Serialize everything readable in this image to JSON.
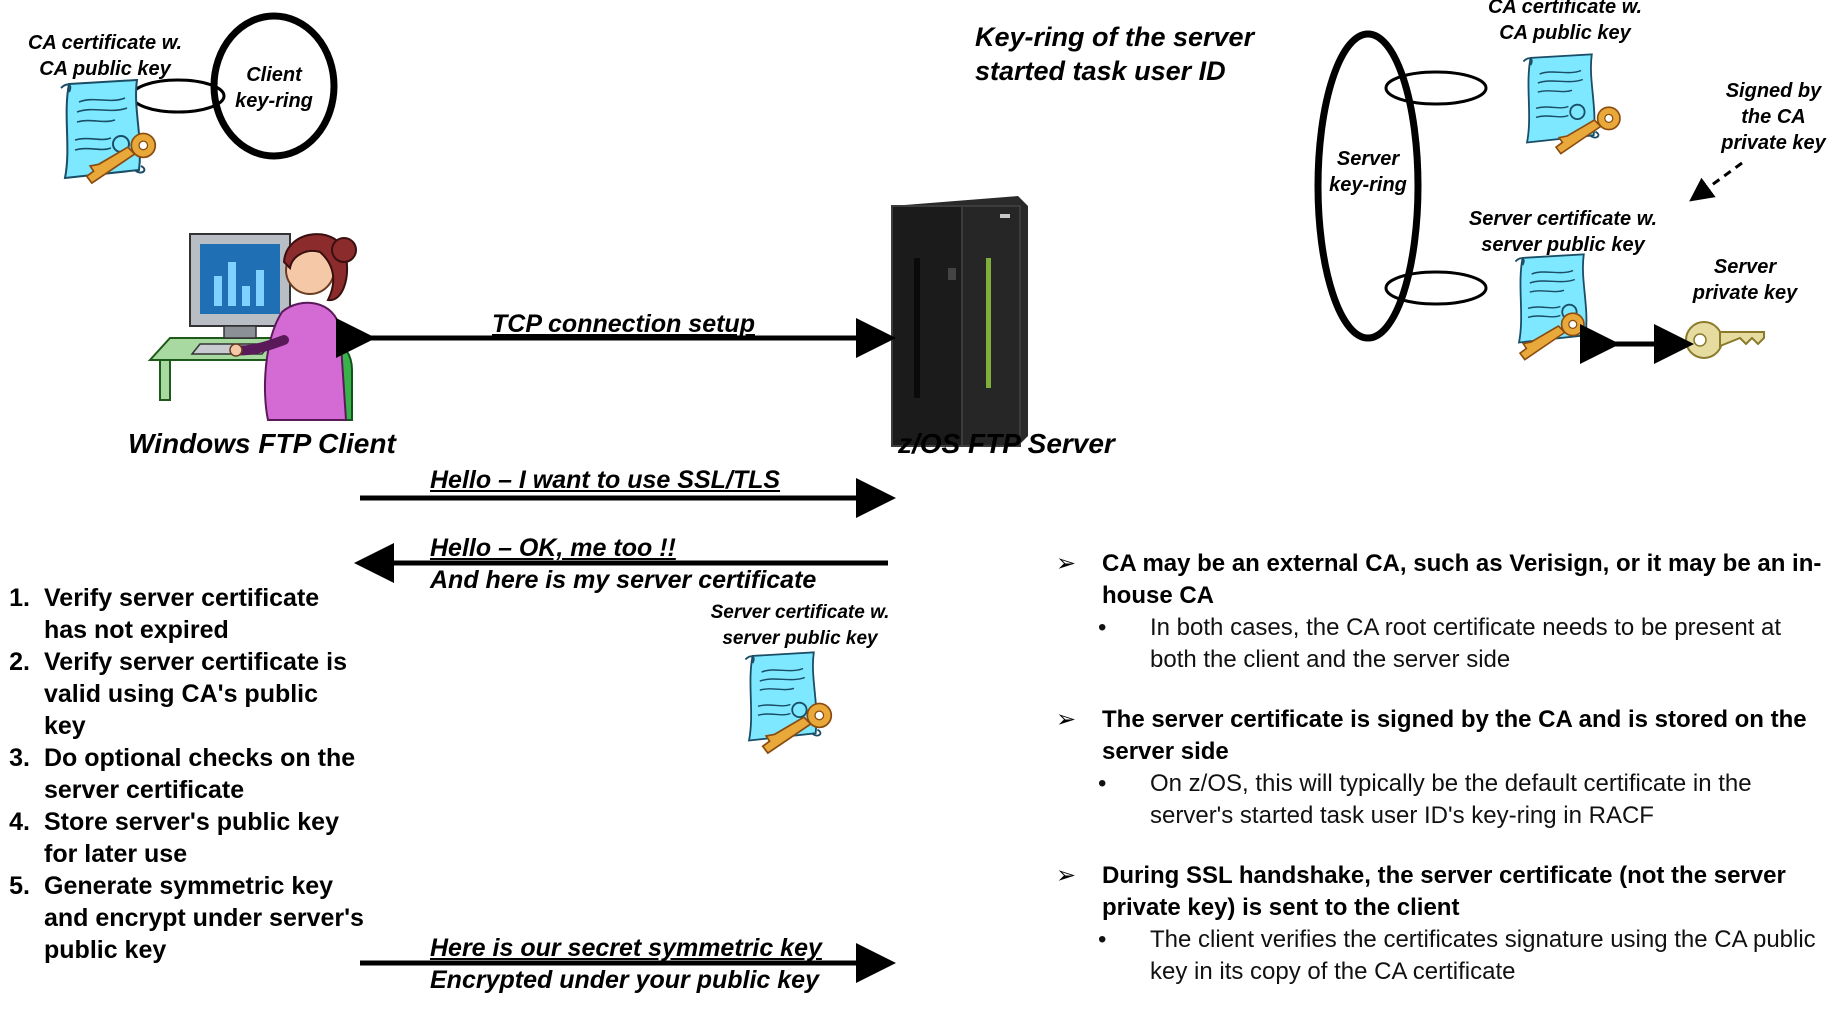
{
  "client_side": {
    "ca_cert_label": [
      "CA certificate w.",
      "CA public key"
    ],
    "keyring_label": [
      "Client",
      "key-ring"
    ],
    "client_label": "Windows FTP Client"
  },
  "server_side": {
    "keyring_title": [
      "Key-ring of the server",
      "started task user ID"
    ],
    "ca_cert_label": [
      "CA certificate w.",
      "CA public key"
    ],
    "signed_label": [
      "Signed by",
      "the CA",
      "private key"
    ],
    "keyring_label": [
      "Server",
      "key-ring"
    ],
    "server_cert_label": [
      "Server certificate w.",
      "server public key"
    ],
    "private_key_label": [
      "Server",
      "private key"
    ],
    "server_label": "z/OS FTP Server"
  },
  "messages": {
    "tcp": "TCP connection setup",
    "hello_client": "Hello – I want to use SSL/TLS",
    "hello_server_1": "Hello – OK, me too !!",
    "hello_server_2": "And here is my server certificate",
    "sent_cert_label": [
      "Server certificate w.",
      "server public key"
    ],
    "secret_1": "Here is our secret symmetric key",
    "secret_2": "Encrypted under your public key"
  },
  "client_steps": [
    {
      "num": "1.",
      "text": "Verify server certificate has not expired"
    },
    {
      "num": "2.",
      "text": "Verify server certificate is valid using CA's public key"
    },
    {
      "num": "3.",
      "text": "Do optional checks on the server certificate"
    },
    {
      "num": "4.",
      "text": "Store server's public key for later use"
    },
    {
      "num": "5.",
      "text": "Generate symmetric key and encrypt under server's public key"
    }
  ],
  "notes": [
    {
      "marker": "➢",
      "text": "CA may be an external CA, such as Verisign, or it may be an in-house CA",
      "sub": [
        {
          "marker": "•",
          "text": "In both cases, the CA root certificate needs to be present at both the client and the server side"
        }
      ]
    },
    {
      "marker": "➢",
      "text": "The server certificate is signed by the CA and is stored on the server side",
      "sub": [
        {
          "marker": "•",
          "text": "On z/OS, this will typically be the default certificate in the server's started task user ID's key-ring in RACF"
        }
      ]
    },
    {
      "marker": "➢",
      "text": "During SSL handshake, the server certificate (not the server private key) is sent to the client",
      "sub": [
        {
          "marker": "•",
          "text": "The client verifies the certificates signature using the CA public key in its copy of the CA certificate"
        }
      ]
    }
  ],
  "icons": {
    "certificate": "certificate-icon",
    "key": "key-icon",
    "user": "user-at-computer-icon",
    "mainframe": "mainframe-server-icon"
  },
  "colors": {
    "cert_fill": "#7de8ff",
    "key_gold": "#e9a83a",
    "arrow": "#000000"
  }
}
